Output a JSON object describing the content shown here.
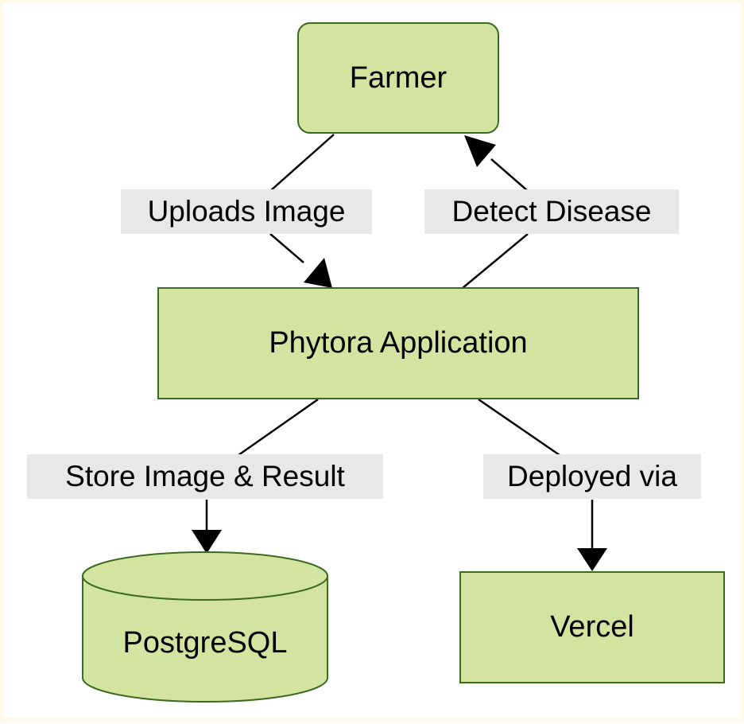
{
  "nodes": {
    "farmer": "Farmer",
    "app": "Phytora Application",
    "db": "PostgreSQL",
    "host": "Vercel"
  },
  "edges": {
    "uploads": "Uploads Image",
    "detect": "Detect Disease",
    "store": "Store Image & Result",
    "deploy": "Deployed via"
  },
  "colors": {
    "node_fill": "#d3e4a0",
    "node_stroke": "#3b6b1f",
    "label_bg": "#e8e8e8"
  }
}
